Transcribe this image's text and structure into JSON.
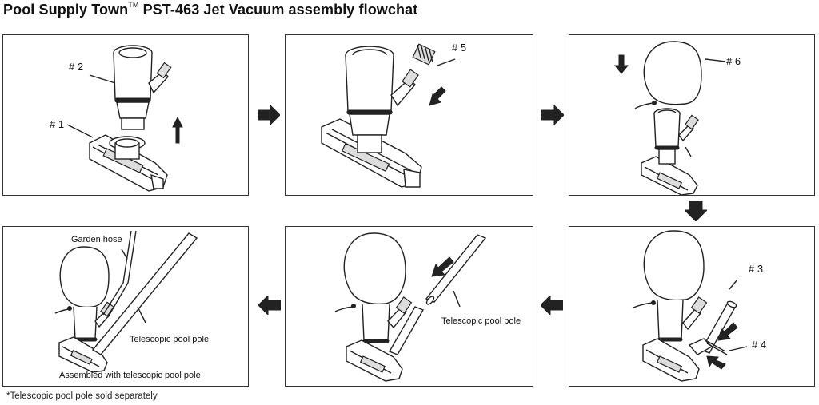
{
  "title": {
    "brand": "Pool Supply Town",
    "trademark": "TM",
    "rest": " PST-463 Jet Vacuum assembly flowchat"
  },
  "panels": [
    {
      "id": 1,
      "labels": [
        "# 2",
        "# 1"
      ]
    },
    {
      "id": 2,
      "labels": [
        "# 5"
      ]
    },
    {
      "id": 3,
      "labels": [
        "# 6"
      ]
    },
    {
      "id": 4,
      "labels": [
        "# 3",
        "# 4"
      ]
    },
    {
      "id": 5,
      "labels": [
        "Telescopic pool pole"
      ]
    },
    {
      "id": 6,
      "labels": [
        "Garden hose",
        "Telescopic pool pole",
        "Assembled with telescopic pool pole"
      ]
    }
  ],
  "footnote": "*Telescopic pool pole sold separately",
  "colors": {
    "line": "#222222",
    "background": "#ffffff",
    "arrow": "#111111"
  }
}
